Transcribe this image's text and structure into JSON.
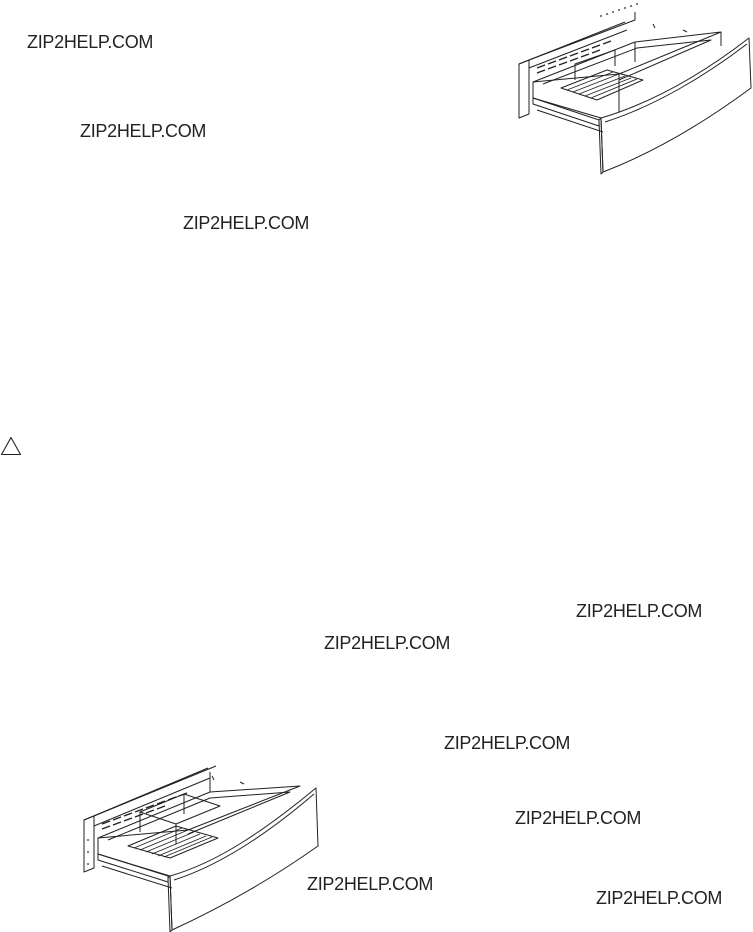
{
  "watermarks": [
    "ZIP2HELP.COM",
    "ZIP2HELP.COM",
    "ZIP2HELP.COM",
    "ZIP2HELP.COM",
    "ZIP2HELP.COM",
    "ZIP2HELP.COM",
    "ZIP2HELP.COM",
    "ZIP2HELP.COM",
    "ZIP2HELP.COM"
  ],
  "icons": {
    "caution": "warning-triangle-icon",
    "drawer_top": "warming-drawer-illustration",
    "drawer_bottom": "warming-drawer-with-rack-illustration"
  },
  "colors": {
    "ink": "#222222",
    "background": "#ffffff"
  }
}
